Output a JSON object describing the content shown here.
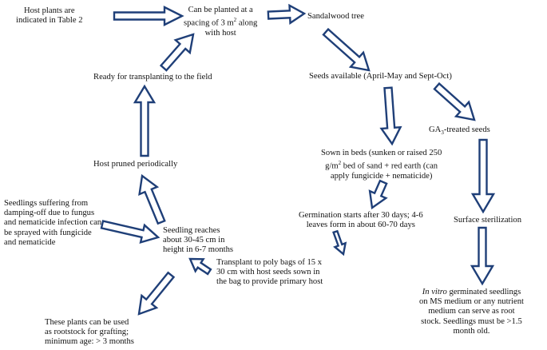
{
  "diagram": {
    "colors": {
      "arrow_outline": "#1f3f78",
      "arrow_fill": "#ffffff",
      "text": "#111111"
    },
    "nodes": {
      "host_plants": [
        "Host plants are",
        "indicated in Table 2"
      ],
      "planted_spacing": {
        "line1_pre": "Can be planted at a",
        "line2_pre": "spacing of 3 m",
        "line2_sup": "2",
        "line2_post": " along",
        "line3": "with host"
      },
      "sandalwood": "Sandalwood tree",
      "seeds_available": "Seeds available (April-May and Sept-Oct)",
      "ready_transplant": "Ready for transplanting to the field",
      "ga3_seeds": {
        "pre": "GA",
        "sub": "3",
        "post": "-treated seeds"
      },
      "sown_in_beds": {
        "line1": "Sown in beds (sunken or raised 250",
        "line2_pre": "g/m",
        "line2_sup": "2",
        "line2_post": " bed of sand + red earth (can",
        "line3": "apply fungicide + nematicide)"
      },
      "host_pruned": "Host pruned periodically",
      "seedlings_suffering": [
        "Seedlings suffering from",
        "damping-off due to fungus",
        "and nematicide infection can",
        "be sprayed with fungicide",
        "and nematicide"
      ],
      "germination": [
        "Germination starts after 30 days; 4-6",
        "leaves form in about 60-70 days"
      ],
      "surface_sterilization": "Surface sterilization",
      "seedling_reaches": [
        "Seedling reaches",
        "about 30-45 cm in",
        "height in  6-7 months"
      ],
      "transplant_poly": [
        "Transplant to poly bags of 15 x",
        "30 cm with host seeds sown in",
        "the bag to provide primary host"
      ],
      "in_vitro": {
        "italic": "In vitro",
        "line1_post": " germinated seedlings",
        "lines": [
          "on MS medium or any nutrient",
          "medium can serve as root",
          "stock. Seedlings must be >1.5",
          "month old."
        ]
      },
      "rootstock": [
        "These plants can be used",
        "as rootstock for grafting;",
        "minimum age: > 3 months"
      ]
    }
  }
}
